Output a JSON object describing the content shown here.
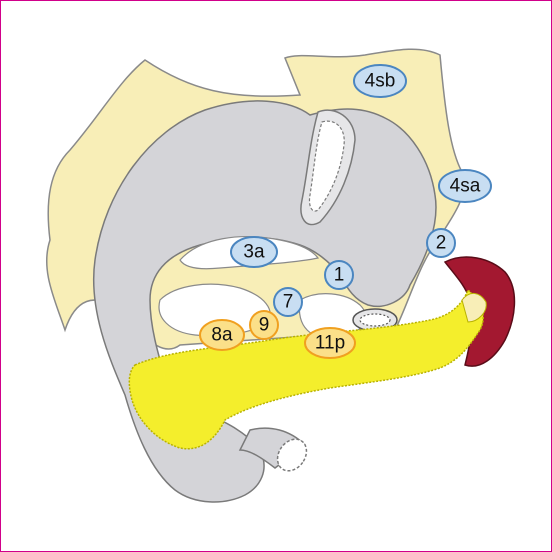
{
  "colors": {
    "border": "#d1008a",
    "fat": "#f8eeb7",
    "fat_stroke": "#8a8a8a",
    "stomach": "#d4d4d8",
    "stomach_stroke": "#7a7a7a",
    "pancreas": "#f4ee2c",
    "pancreas_stroke": "#b9b200",
    "spleen": "#a31830",
    "node_blue_fill": "#c8def2",
    "node_blue_stroke": "#4b86c0",
    "node_orange_fill": "#fbe089",
    "node_orange_stroke": "#f0a020"
  },
  "nodes": {
    "n4sb": "4sb",
    "n4sa": "4sa",
    "n3a": "3a",
    "n2": "2",
    "n1": "1",
    "n7": "7",
    "n8a": "8a",
    "n9": "9",
    "n11p": "11p"
  }
}
